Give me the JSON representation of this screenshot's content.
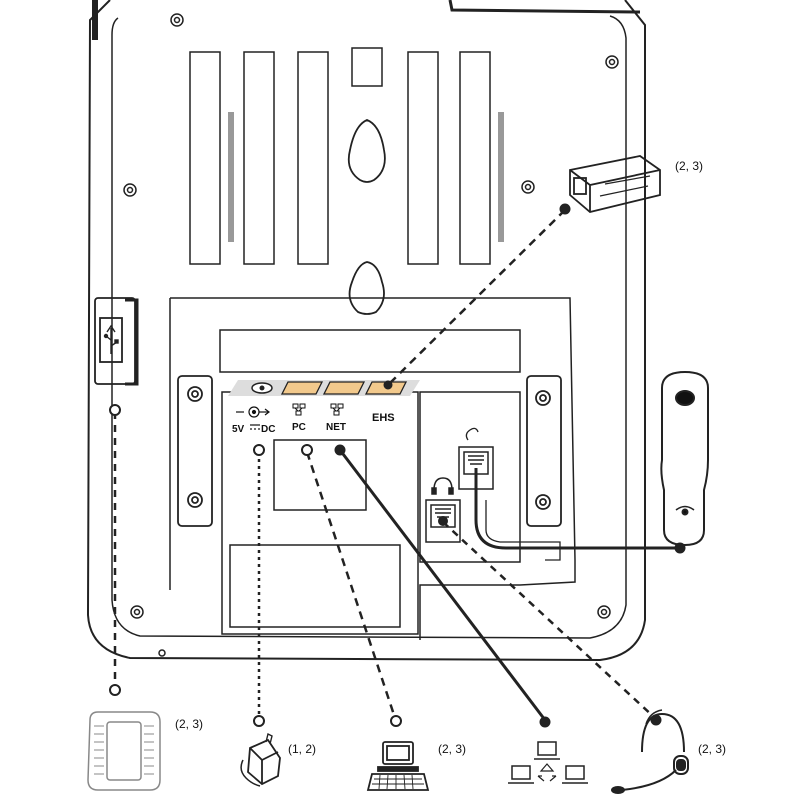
{
  "ports": {
    "power": "5V",
    "power_dc": "DC",
    "pc": "PC",
    "net": "NET",
    "ehs": "EHS"
  },
  "annotations": {
    "ehs_adapter": "(2, 3)",
    "expansion_module": "(2, 3)",
    "power_adapter": "(1, 2)",
    "pc": "(2, 3)",
    "headset": "(2, 3)"
  },
  "icons": [
    "usb-icon",
    "handset-icon",
    "headset-icon",
    "expansion-module-icon",
    "power-adapter-icon",
    "pc-icon",
    "network-icon",
    "ehs-adapter-icon"
  ]
}
